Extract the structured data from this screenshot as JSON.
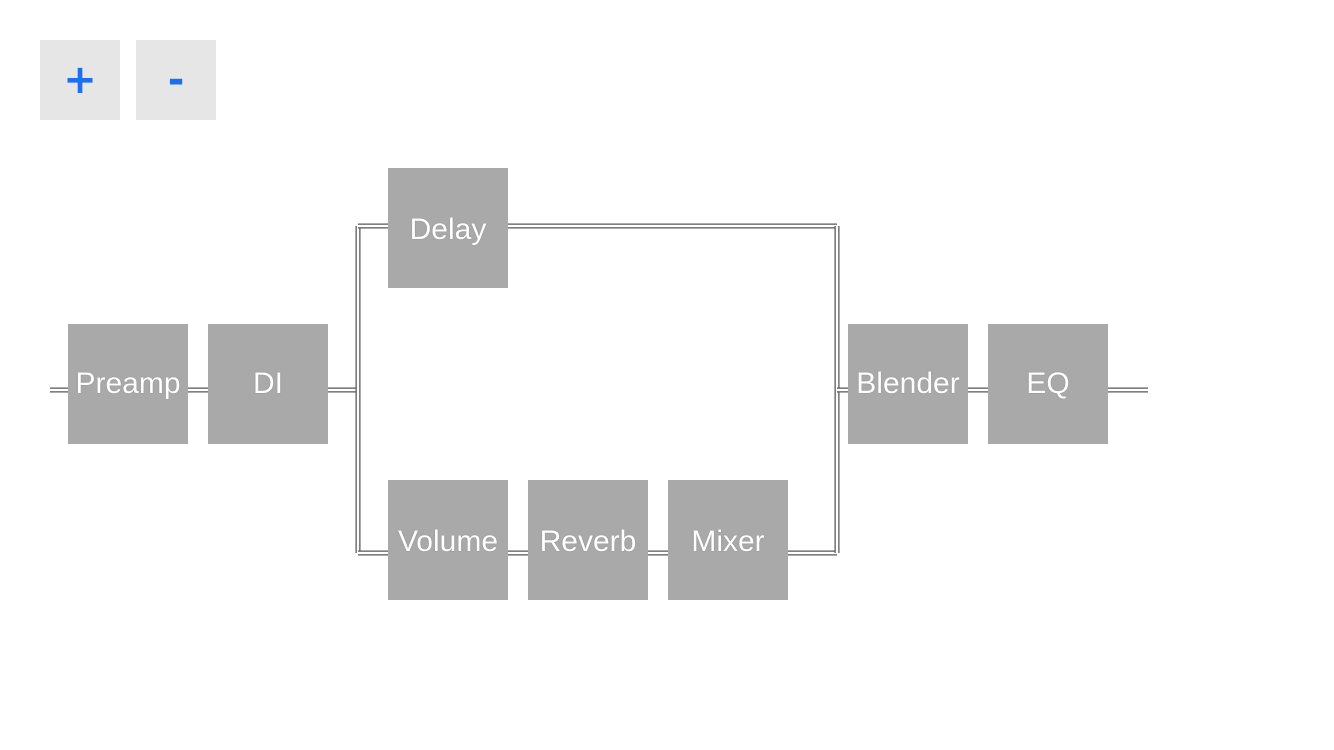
{
  "toolbar": {
    "zoom_in_label": "+",
    "zoom_out_label": "-"
  },
  "chain": {
    "preamp": "Preamp",
    "di": "DI",
    "delay": "Delay",
    "volume": "Volume",
    "reverb": "Reverb",
    "mixer": "Mixer",
    "blender": "Blender",
    "eq": "EQ"
  },
  "colors": {
    "block_fill": "#a9a9a9",
    "button_fill": "#e6e6e6",
    "button_text": "#1e6ef0",
    "wire_outline": "#555555"
  }
}
